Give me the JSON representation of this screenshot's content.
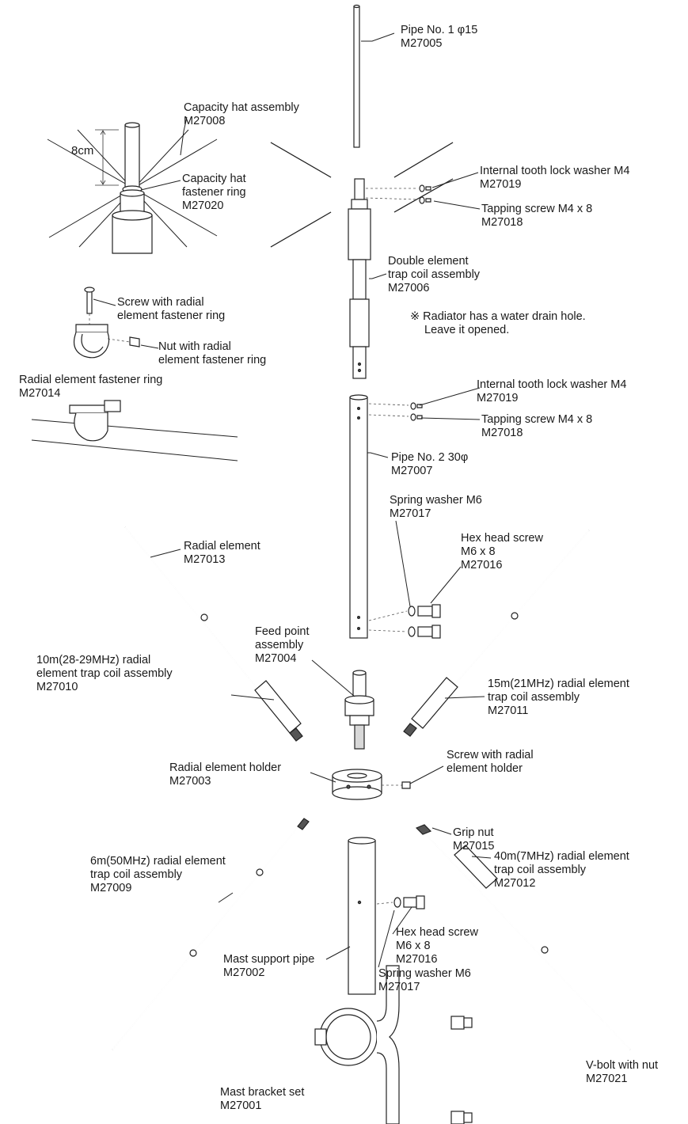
{
  "labels": {
    "pipe1": [
      "Pipe No. 1 φ15",
      "M27005"
    ],
    "capacity_hat": [
      "Capacity hat assembly",
      "M27008"
    ],
    "cap_hat_ring": [
      "Capacity hat",
      "fastener ring",
      "M27020"
    ],
    "dim_8cm": "8cm",
    "lock_washer_top": [
      "Internal tooth lock washer M4",
      "M27019"
    ],
    "tapping_top": [
      "Tapping screw M4 x 8",
      "M27018"
    ],
    "double_trap": [
      "Double element",
      "trap coil assembly",
      "M27006"
    ],
    "drain_note": [
      "※ Radiator has a water drain hole.",
      "Leave it opened."
    ],
    "screw_radial_ring": [
      "Screw with radial",
      "element fastener ring"
    ],
    "nut_radial_ring": [
      "Nut with radial",
      "element fastener ring"
    ],
    "radial_ring": [
      "Radial element fastener ring",
      "M27014"
    ],
    "lock_washer_mid": [
      "Internal tooth lock washer M4",
      "M27019"
    ],
    "tapping_mid": [
      "Tapping screw M4 x 8",
      "M27018"
    ],
    "pipe2": [
      "Pipe No. 2 30φ",
      "M27007"
    ],
    "spring_washer_top": [
      "Spring washer M6",
      "M27017"
    ],
    "hex_screw_top": [
      "Hex head screw",
      "M6 x 8",
      "M27016"
    ],
    "radial_element": [
      "Radial element",
      "M27013"
    ],
    "feed_point": [
      "Feed point",
      "assembly",
      "M27004"
    ],
    "trap_10m": [
      "10m(28-29MHz) radial",
      "element trap coil assembly",
      "M27010"
    ],
    "trap_15m": [
      "15m(21MHz) radial element",
      "trap coil assembly",
      "M27011"
    ],
    "radial_holder": [
      "Radial element holder",
      "M27003"
    ],
    "screw_radial_holder": [
      "Screw with radial",
      "element holder"
    ],
    "grip_nut": [
      "Grip nut",
      "M27015"
    ],
    "trap_6m": [
      "6m(50MHz) radial element",
      "trap coil assembly",
      "M27009"
    ],
    "trap_40m": [
      "40m(7MHz) radial element",
      "trap coil assembly",
      "M27012"
    ],
    "hex_screw_bottom": [
      "Hex head screw",
      "M6 x 8",
      "M27016"
    ],
    "mast_support": [
      "Mast support pipe",
      "M27002"
    ],
    "spring_washer_bottom": [
      "Spring washer M6",
      "M27017"
    ],
    "v_bolt": [
      "V-bolt with nut",
      "M27021"
    ],
    "mast_bracket": [
      "Mast bracket set",
      "M27001"
    ]
  }
}
